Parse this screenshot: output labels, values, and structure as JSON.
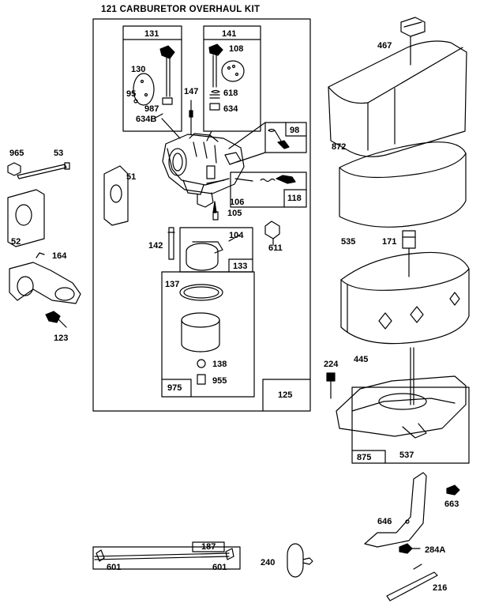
{
  "diagram": {
    "title": "121 CARBURETOR OVERHAUL KIT",
    "labels": {
      "p131": "131",
      "p141": "141",
      "p467": "467",
      "p130": "130",
      "p108": "108",
      "p95": "95",
      "p987": "987",
      "p634b": "634B",
      "p147": "147",
      "p618": "618",
      "p634": "634",
      "p98": "98",
      "p965": "965",
      "p53": "53",
      "p872": "872",
      "p51": "51",
      "p118": "118",
      "p106": "106",
      "p105": "105",
      "p535": "535",
      "p171": "171",
      "p104": "104",
      "p142": "142",
      "p611": "611",
      "p52": "52",
      "p164": "164",
      "p133": "133",
      "p137": "137",
      "p123": "123",
      "p224": "224",
      "p445": "445",
      "p138": "138",
      "p975": "975",
      "p955": "955",
      "p125": "125",
      "p875": "875",
      "p537": "537",
      "p663": "663",
      "p646": "646",
      "p187": "187",
      "p601a": "601",
      "p601b": "601",
      "p240": "240",
      "p284a": "284A",
      "p216": "216"
    }
  }
}
